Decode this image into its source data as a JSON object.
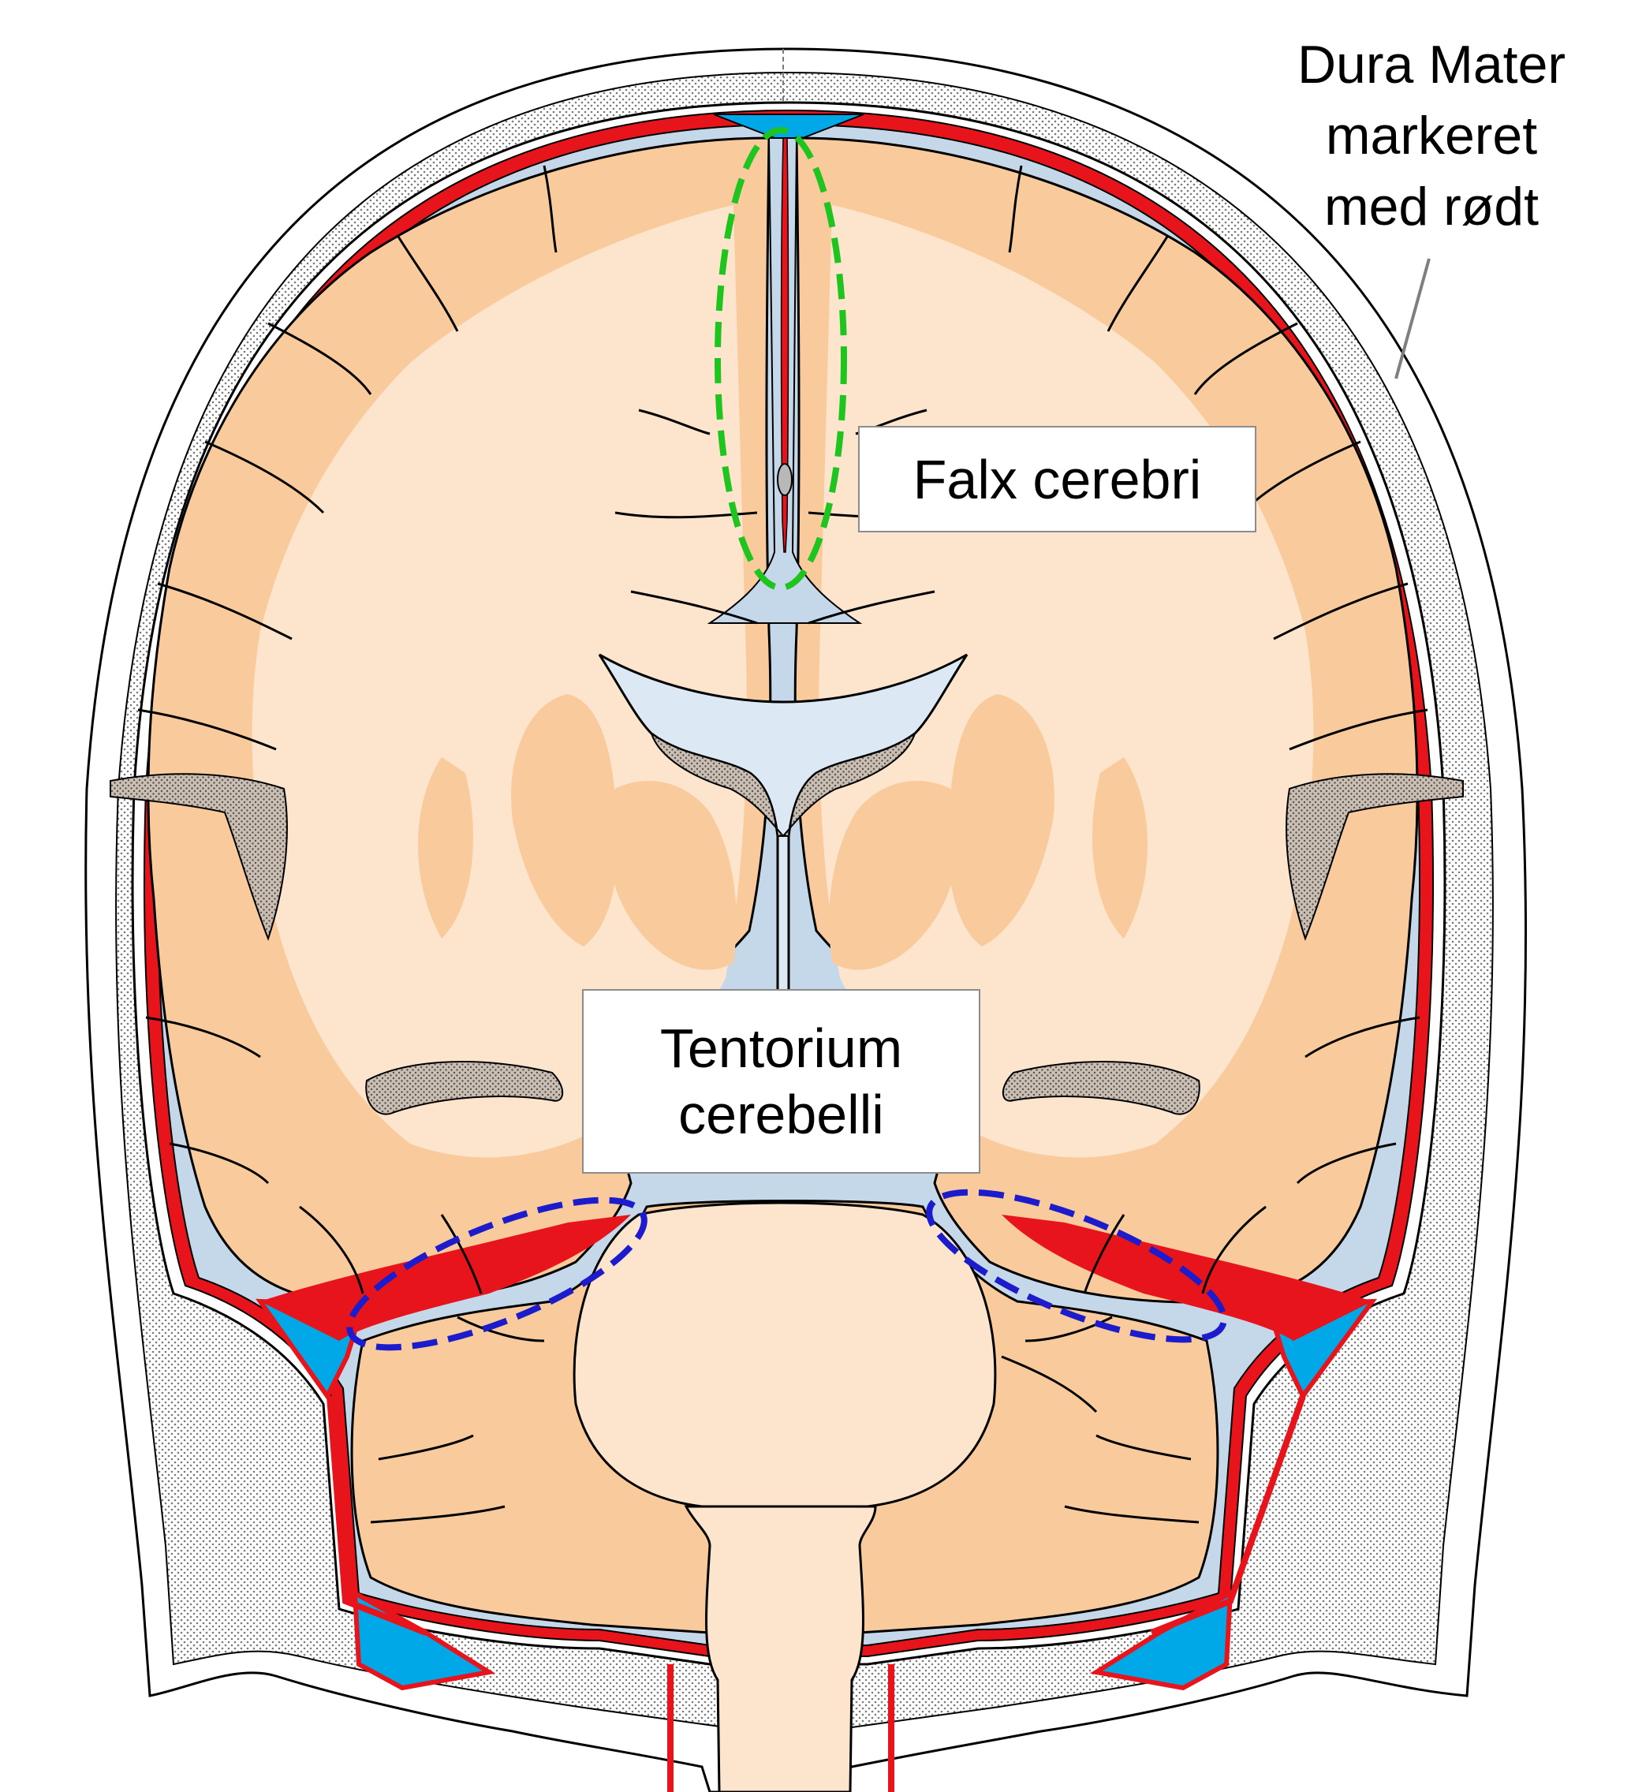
{
  "labels": {
    "falx_cerebri": "Falx cerebri",
    "tentorium_line1": "Tentorium",
    "tentorium_line2": "cerebelli",
    "dura_line1": "Dura Mater",
    "dura_line2": "markeret",
    "dura_line3": "med rødt"
  },
  "colors": {
    "dura_mater": "#e8141c",
    "csf": "#c5d8ea",
    "venous_sinus": "#00a8e8",
    "brain_cortex": "#f9cb9c",
    "white_matter": "#fde4cc",
    "falx_highlight": "#1fc41f",
    "tentorium_highlight": "#1c1ccc",
    "skull_fill": "#e6e6e6",
    "outline": "#000000"
  }
}
